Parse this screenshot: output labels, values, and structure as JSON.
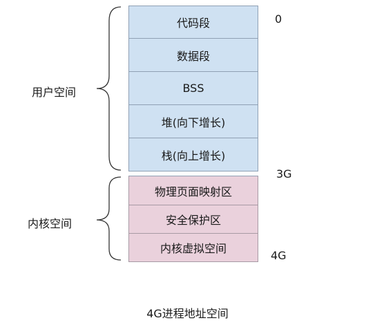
{
  "user_segments": [
    {
      "label": "代码段"
    },
    {
      "label": "数据段"
    },
    {
      "label": "BSS"
    },
    {
      "label": "堆(向下增长)"
    },
    {
      "label": "栈(向上增长)"
    }
  ],
  "kernel_segments": [
    {
      "label": "物理页面映射区"
    },
    {
      "label": "安全保护区"
    },
    {
      "label": "内核虚拟空间"
    }
  ],
  "addresses": {
    "top": "0",
    "mid": "3G",
    "bottom": "4G"
  },
  "groups": {
    "user": "用户空间",
    "kernel": "内核空间"
  },
  "caption": "4G进程地址空间",
  "colors": {
    "user_fill": "#cfe1f2",
    "kernel_fill": "#ead1dc"
  }
}
